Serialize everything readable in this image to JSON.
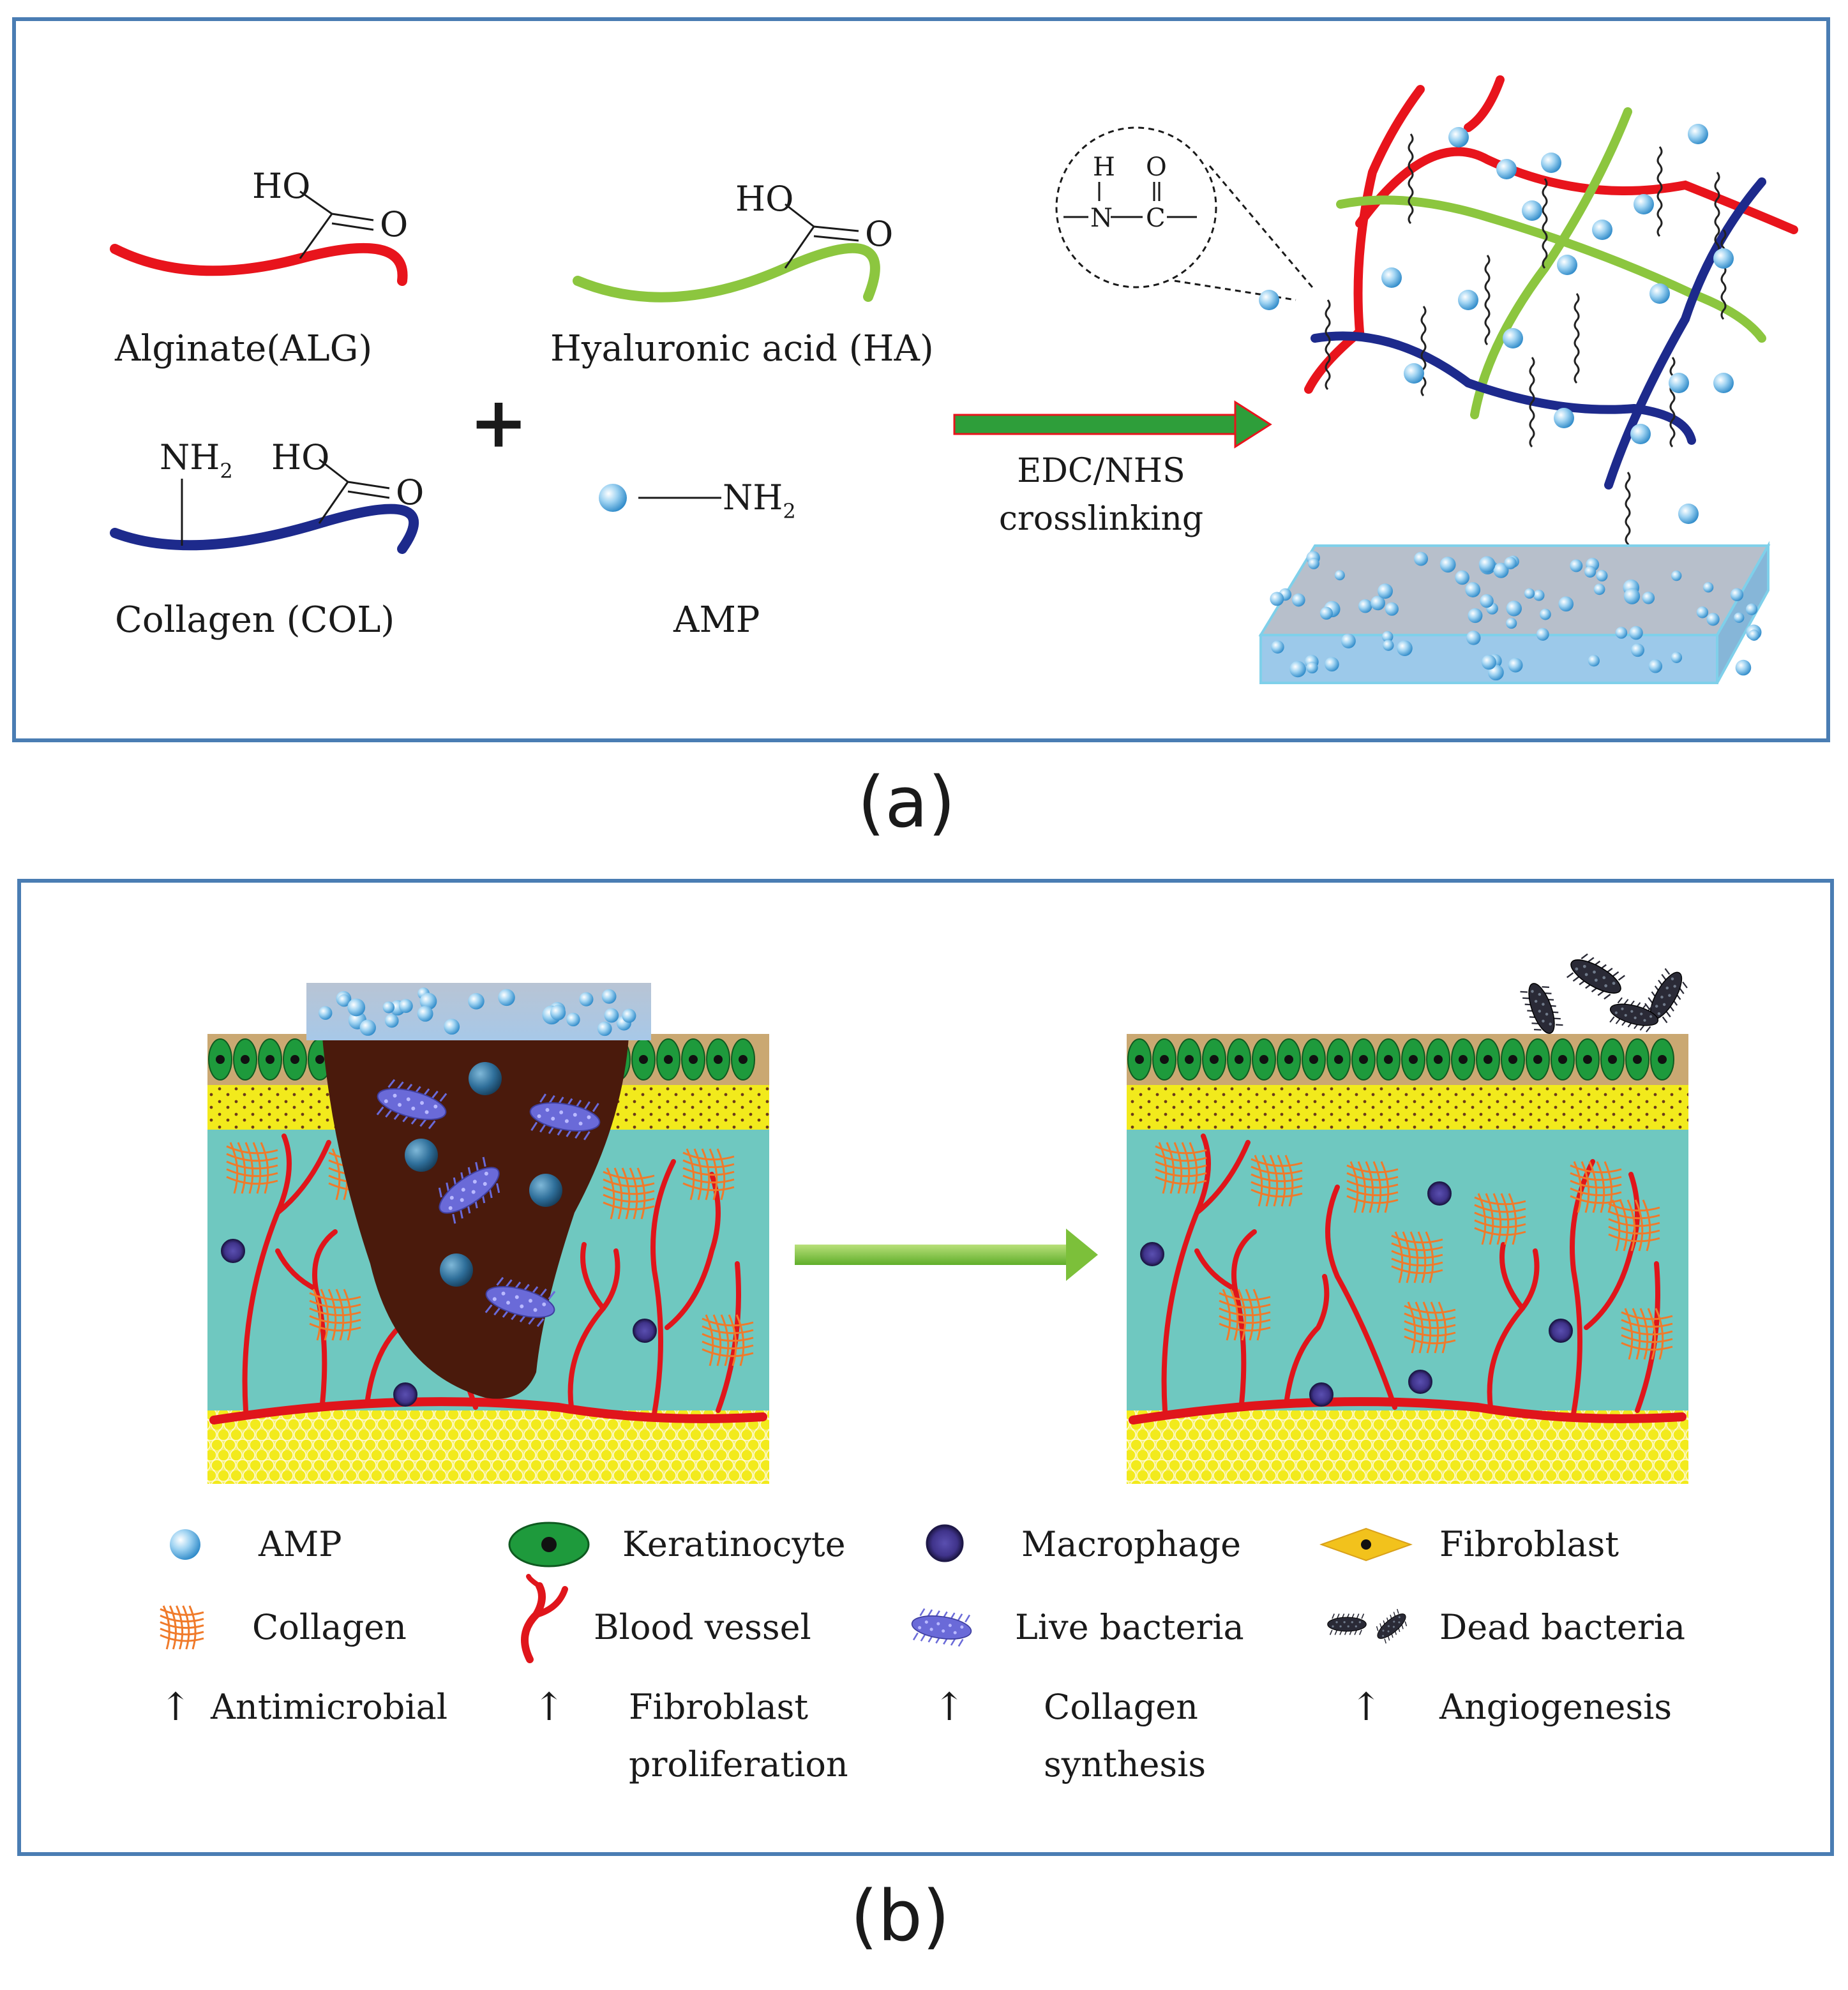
{
  "panel_a": {
    "caption": "(a)",
    "alginate": {
      "label": "Alginate(ALG)",
      "group": "HO",
      "o": "O"
    },
    "hyaluronic": {
      "label": "Hyaluronic acid  (HA)",
      "group": "HO",
      "o": "O"
    },
    "collagen": {
      "label": "Collagen (COL)",
      "nh": "NH",
      "nh_sub": "2",
      "group": "HO",
      "o": "O"
    },
    "plus": "+",
    "amp": {
      "label": "AMP",
      "nh": "NH",
      "nh_sub": "2"
    },
    "arrow": {
      "line1": "EDC/NHS",
      "line2": "crosslinking"
    },
    "amide": {
      "h": "H",
      "n": "N",
      "c": "C",
      "o": "O"
    }
  },
  "panel_b": {
    "caption": "(b)",
    "legend": [
      {
        "icon": "amp",
        "label": "AMP"
      },
      {
        "icon": "keratinocyte",
        "label": "Keratinocyte"
      },
      {
        "icon": "macrophage",
        "label": "Macrophage"
      },
      {
        "icon": "fibroblast",
        "label": "Fibroblast"
      },
      {
        "icon": "collagen",
        "label": "Collagen"
      },
      {
        "icon": "blood-vessel",
        "label": "Blood vessel"
      },
      {
        "icon": "live-bacteria",
        "label": "Live bacteria"
      },
      {
        "icon": "dead-bacteria",
        "label": "Dead bacteria"
      }
    ],
    "effects": [
      {
        "line1": "Antimicrobial",
        "line2": ""
      },
      {
        "line1": "Fibroblast",
        "line2": "proliferation"
      },
      {
        "line1": "Collagen",
        "line2": "synthesis"
      },
      {
        "line1": "Angiogenesis",
        "line2": ""
      }
    ],
    "arrow_symbol": "↑"
  },
  "colors": {
    "frame": "#4a7db3",
    "alginate": "#e8141c",
    "hyaluronic": "#8cc63f",
    "collagen_chain": "#1d2a8c",
    "arrow_green": "#2e9e3a",
    "arrow_red": "#e8141c",
    "dermis": "#6fc8c0",
    "epidermis": "#1e9a3c",
    "wound": "#4a1a0c",
    "fat": "#f2ea1c",
    "vessel": "#e0151b",
    "collagen_fiber": "#f07a2a",
    "macrophage": "#4b3f9a",
    "bacteria_live": "#6a6ad8",
    "bacteria_dead": "#2a2a36"
  }
}
